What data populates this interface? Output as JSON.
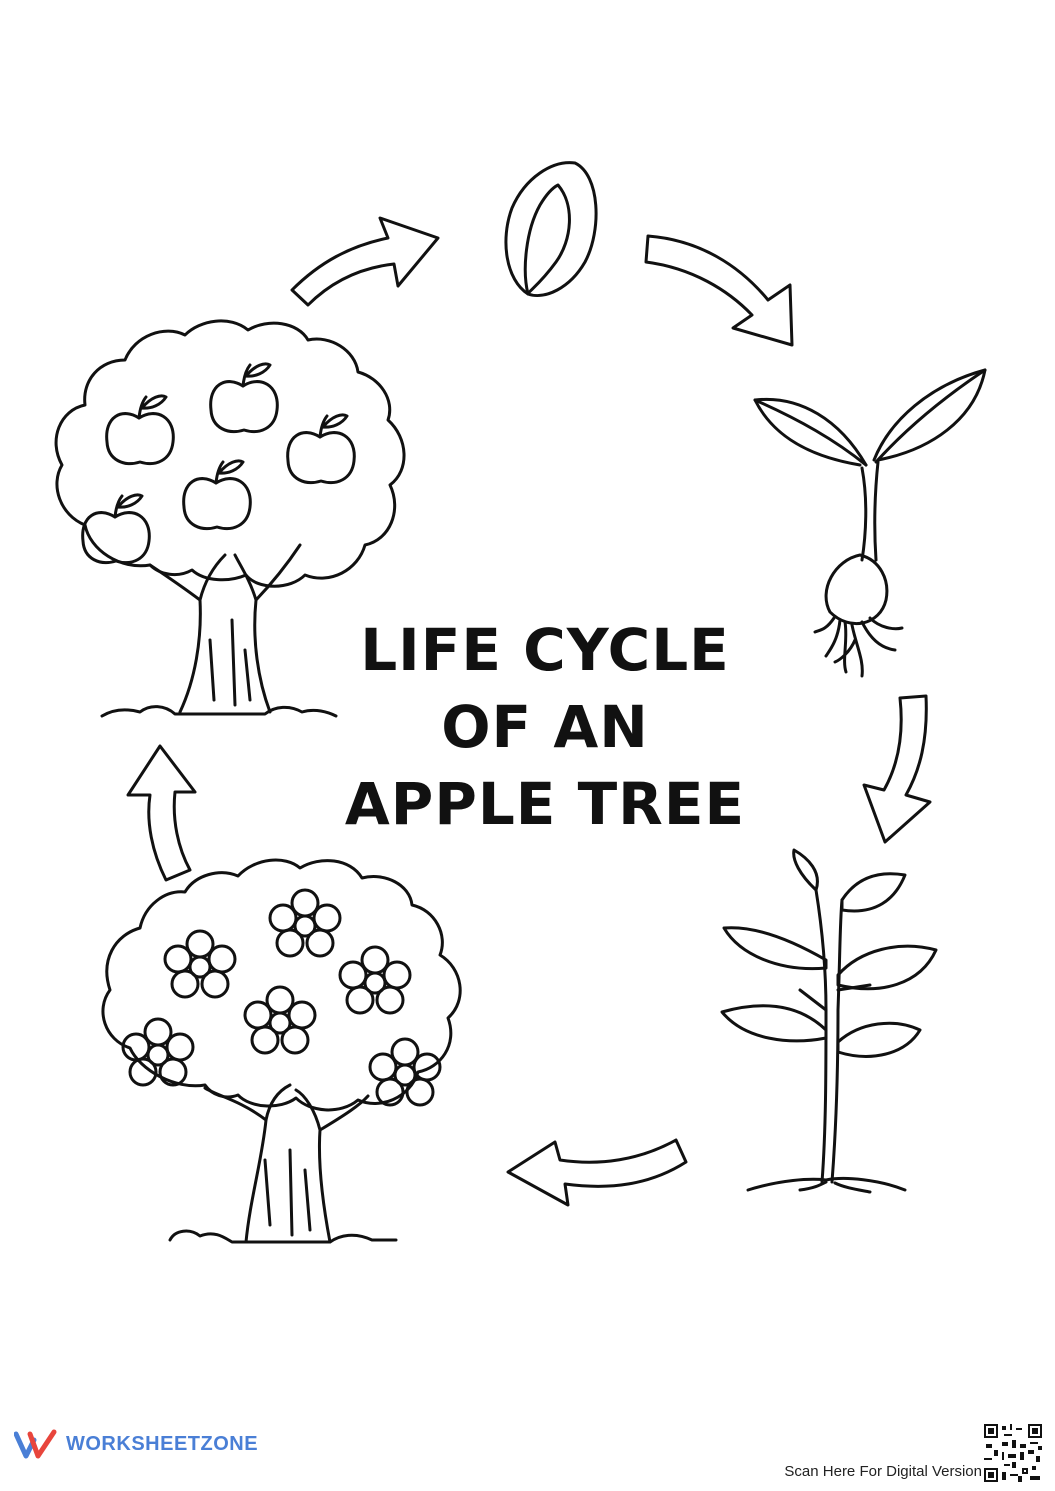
{
  "title": {
    "line1": "LIFE CYCLE",
    "line2": "OF AN",
    "line3": "APPLE TREE"
  },
  "stages": [
    {
      "name": "seed",
      "icon": "seed-icon"
    },
    {
      "name": "sprout",
      "icon": "sprout-icon"
    },
    {
      "name": "sapling",
      "icon": "sapling-icon"
    },
    {
      "name": "flowering tree",
      "icon": "flowering-tree-icon"
    },
    {
      "name": "apple tree",
      "icon": "apple-tree-icon"
    }
  ],
  "footer": {
    "brand": "WORKSHEETZONE",
    "scan_text": "Scan Here For Digital Version"
  },
  "colors": {
    "line": "#111111",
    "brand_blue": "#4a7fd6",
    "brand_red": "#e8453c"
  }
}
